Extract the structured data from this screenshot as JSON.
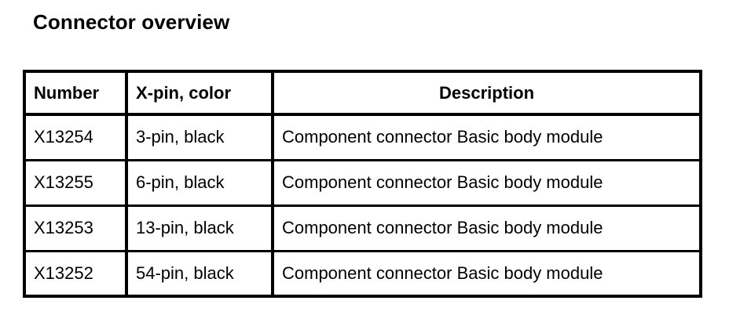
{
  "page": {
    "title": "Connector overview",
    "background_color": "#ffffff",
    "text_color": "#000000",
    "border_color": "#000000"
  },
  "table": {
    "columns": [
      {
        "key": "number",
        "label": "Number",
        "align": "left"
      },
      {
        "key": "xpin_color",
        "label": "X-pin, color",
        "align": "left"
      },
      {
        "key": "description",
        "label": "Description",
        "align": "center"
      }
    ],
    "rows": [
      {
        "number": "X13254",
        "xpin_color": "3-pin, black",
        "description": "Component connector Basic body module"
      },
      {
        "number": "X13255",
        "xpin_color": "6-pin, black",
        "description": "Component connector Basic body module"
      },
      {
        "number": "X13253",
        "xpin_color": "13-pin, black",
        "description": "Component connector Basic body module"
      },
      {
        "number": "X13252",
        "xpin_color": "54-pin, black",
        "description": "Component connector Basic body module"
      }
    ]
  }
}
